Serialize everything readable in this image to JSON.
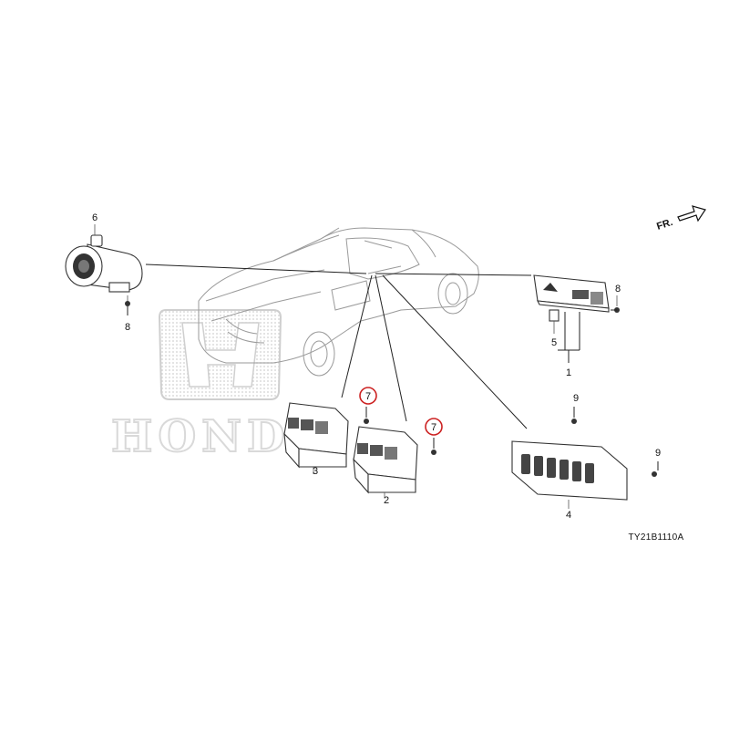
{
  "diagram": {
    "orientation_label": "FR.",
    "diagram_code": "TY21B1110A",
    "watermark_text": "HONDA",
    "highlight_color": "#cc2222",
    "callouts": [
      {
        "id": "1",
        "label": "1"
      },
      {
        "id": "2",
        "label": "2"
      },
      {
        "id": "3",
        "label": "3"
      },
      {
        "id": "4",
        "label": "4"
      },
      {
        "id": "5",
        "label": "5"
      },
      {
        "id": "6",
        "label": "6"
      },
      {
        "id": "7a",
        "label": "7",
        "highlighted": true
      },
      {
        "id": "7b",
        "label": "7",
        "highlighted": true
      },
      {
        "id": "8a",
        "label": "8"
      },
      {
        "id": "8b",
        "label": "8"
      },
      {
        "id": "9a",
        "label": "9"
      },
      {
        "id": "9b",
        "label": "9"
      }
    ]
  }
}
